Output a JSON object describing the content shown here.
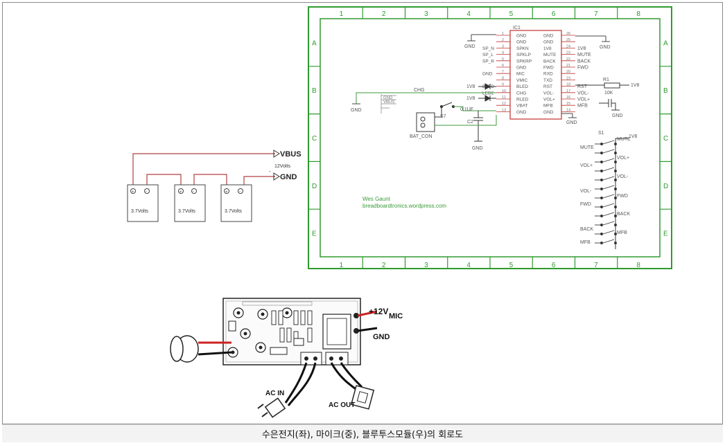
{
  "caption": "수은전지(좌), 마이크(중), 블루투스모듈(우)의 회로도",
  "battery": {
    "cell_label": "3.7Volts",
    "vbus_label": "VBUS",
    "voltage_label": "12Volts",
    "gnd_label": "GND",
    "plus_sign": "+",
    "minus_sign": "-"
  },
  "schematic": {
    "columns": [
      "1",
      "2",
      "3",
      "4",
      "5",
      "6",
      "7",
      "8"
    ],
    "rows": [
      "A",
      "B",
      "C",
      "D",
      "E"
    ],
    "ic_name": "IC1",
    "left_pins": [
      "GND",
      "GND",
      "SPKN",
      "SPKLP",
      "SPKRP",
      "GND",
      "MIC",
      "VMIC",
      "BLED",
      "CHG",
      "RLED",
      "VBAT",
      "GND"
    ],
    "left_nums": [
      "1",
      "2",
      "3",
      "4",
      "5",
      "6",
      "7",
      "8",
      "9",
      "10",
      "11",
      "12",
      "13"
    ],
    "right_pins": [
      "GND",
      "GND",
      "1V8",
      "MUTE",
      "BACK",
      "FWD",
      "RXD",
      "TXD",
      "RST",
      "VOL-",
      "VOL+",
      "MFB",
      "GND"
    ],
    "right_nums": [
      "26",
      "25",
      "24",
      "23",
      "22",
      "21",
      "20",
      "19",
      "18",
      "17",
      "16",
      "15",
      "14"
    ],
    "right_nets": [
      "",
      "",
      "1V8",
      "MUTE",
      "BACK",
      "FWD",
      "",
      "",
      "RST",
      "VOL-",
      "VOL+",
      "MFB",
      ""
    ],
    "left_nets": [
      "",
      "",
      "SP_N",
      "SP_L",
      "SP_R",
      "",
      "GND",
      "",
      "BLED",
      "LED2",
      "",
      "",
      ""
    ],
    "gnd": "GND",
    "chg": "CHG",
    "v18": "1V8",
    "vbus_pin": "VBUS",
    "r1": "R1",
    "r1_val": "10K",
    "s1": "S1",
    "s7": "S7",
    "c2": "C2",
    "c2_val": "0.1UF",
    "bat_con": "BAT_CON",
    "switch_labels": [
      "MUTE",
      "VOL+",
      "VOL-",
      "FWD",
      "BACK",
      "MFB"
    ],
    "author": "Wes Gaunt",
    "website": "breadboardtronics.wordpress.com"
  },
  "pcb": {
    "v12_label": "+12V",
    "mic_label": "MIC",
    "gnd_label": "GND",
    "ac_in_label": "AC IN",
    "ac_out_label": "AC OUT"
  },
  "colors": {
    "frame_green": "#2e9a2e",
    "wire_green": "#3c9a3c",
    "ic_red": "#c03030",
    "text_gray": "#555555",
    "battery_wire": "#b04040",
    "pcb_red_wire": "#cc2222"
  }
}
